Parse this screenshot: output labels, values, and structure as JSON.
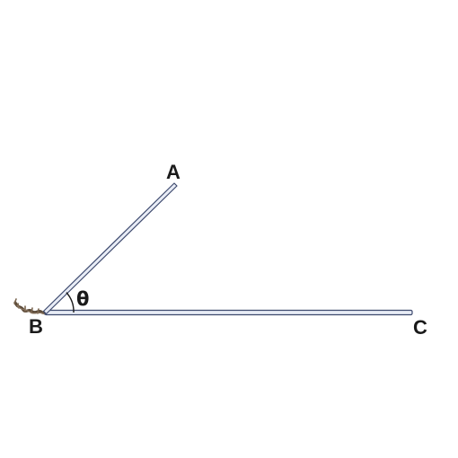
{
  "diagram": {
    "labels": {
      "a": "A",
      "b": "B",
      "c": "C",
      "theta": "θ"
    },
    "colors": {
      "rod_fill": "#e8ecf6",
      "rod_edge": "#3e4a6e",
      "pivot": "#5b4a38",
      "arc": "#1a1a1a",
      "text": "#1a1a1a"
    }
  }
}
